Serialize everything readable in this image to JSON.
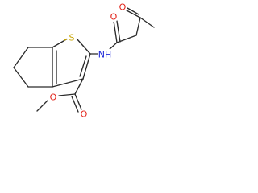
{
  "molecule": {
    "atoms": {
      "sulfur": {
        "label": "S",
        "color": "#c8a400"
      },
      "amide_nitrogen": {
        "label": "NH",
        "color": "#1f2ad8"
      },
      "amide_oxygen": {
        "label": "O",
        "color": "#e2231a"
      },
      "ketone_oxygen": {
        "label": "O",
        "color": "#e2231a"
      },
      "ester_carbonyl_oxygen": {
        "label": "O",
        "color": "#e2231a"
      },
      "ester_ether_oxygen": {
        "label": "O",
        "color": "#e2231a"
      }
    },
    "bond_color": "#2b2b2b"
  }
}
